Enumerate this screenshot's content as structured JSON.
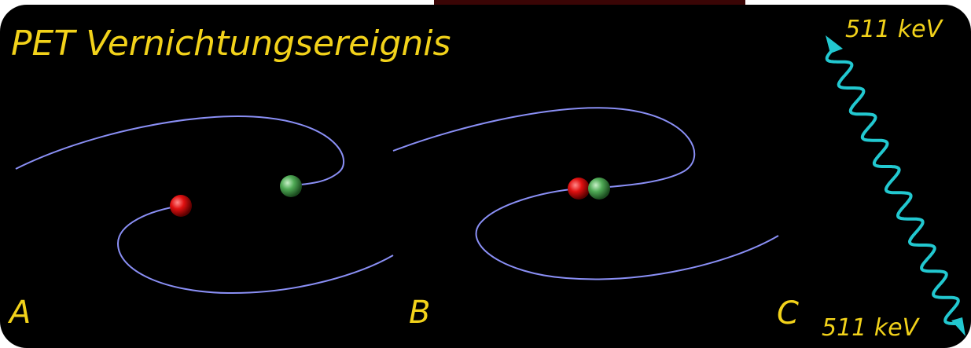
{
  "title": "PET Vernichtungsereignis",
  "panels": [
    {
      "label": "A"
    },
    {
      "label": "B"
    },
    {
      "label": "C"
    }
  ],
  "photon_energy": {
    "top": "511 keV",
    "bottom": "511 keV"
  },
  "colors": {
    "background": "#000000",
    "text": "#f2d21a",
    "trajectory": "#8a8ff5",
    "positron": "#e01010",
    "electron": "#4faa55",
    "photon": "#22c8d0"
  }
}
